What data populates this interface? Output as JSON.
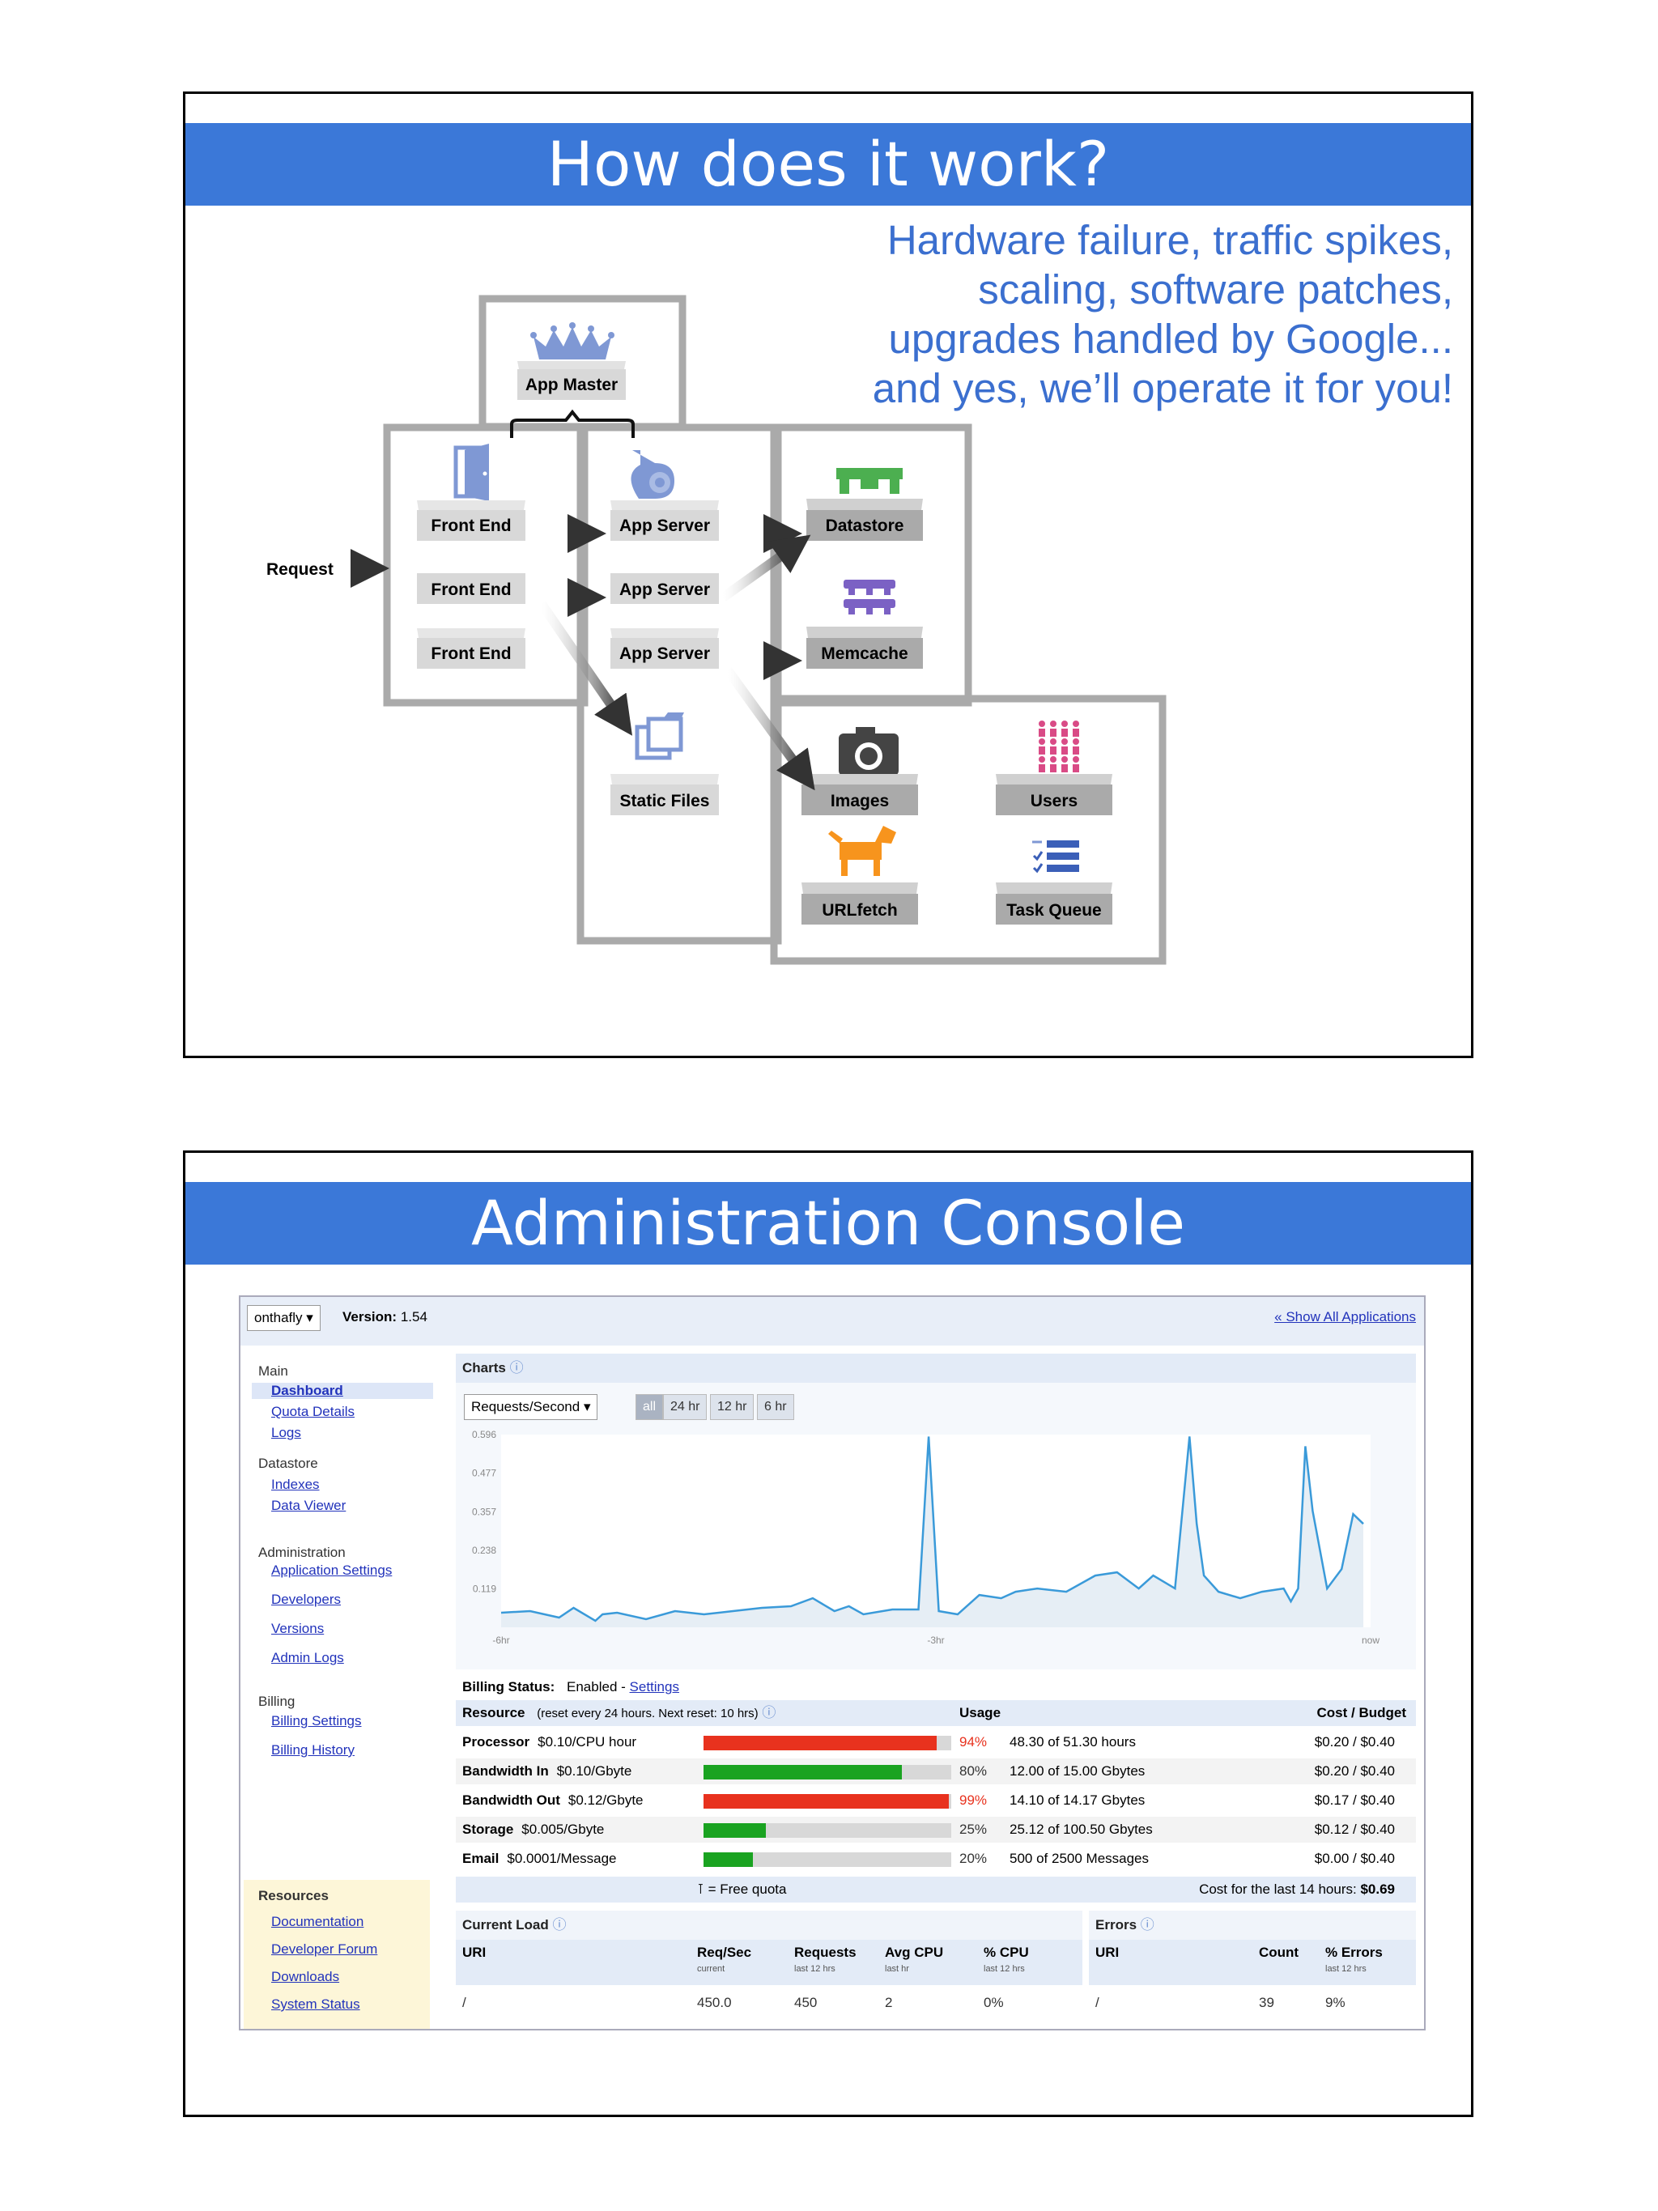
{
  "slide1": {
    "title": "How does it work?",
    "subtitle_lines": [
      "Hardware failure, traffic spikes,",
      "scaling, software patches,",
      "upgrades handled by Google...",
      "and yes, we’ll operate it for you!"
    ],
    "diagram": {
      "app_master": "App Master",
      "request": "Request",
      "front_ends": [
        "Front End",
        "Front End",
        "Front End"
      ],
      "app_servers": [
        "App Server",
        "App Server",
        "App Server"
      ],
      "datastore": "Datastore",
      "memcache": "Memcache",
      "static_files": "Static Files",
      "services": [
        "Images",
        "Users",
        "URLfetch",
        "Task Queue"
      ]
    }
  },
  "slide2": {
    "title": "Administration Console",
    "console": {
      "app_selector": "onthafly",
      "version_label": "Version:",
      "version_value": "1.54",
      "show_all": "« Show All Applications",
      "nav": {
        "main": "Main",
        "main_links": [
          "Dashboard",
          "Quota Details",
          "Logs"
        ],
        "datastore": "Datastore",
        "datastore_links": [
          "Indexes",
          "Data Viewer"
        ],
        "administration": "Administration",
        "administration_links": [
          "Application Settings",
          "Developers",
          "Versions",
          "Admin Logs"
        ],
        "billing": "Billing",
        "billing_links": [
          "Billing Settings",
          "Billing History"
        ],
        "resources": "Resources",
        "resources_links": [
          "Documentation",
          "Developer Forum",
          "Downloads",
          "System Status"
        ]
      },
      "charts": {
        "heading": "Charts",
        "metric": "Requests/Second",
        "ranges": [
          "all",
          "24 hr",
          "12 hr",
          "6 hr"
        ],
        "selected_range": "all"
      },
      "billing": {
        "status_label": "Billing Status:",
        "status_value": "Enabled -",
        "settings_link": "Settings",
        "resource_header": "Resource",
        "resource_header_note": "(reset every 24 hours. Next reset: 10 hrs)",
        "usage_header": "Usage",
        "cost_header": "Cost / Budget",
        "rows": [
          {
            "name": "Processor",
            "rate": "$0.10/CPU hour",
            "pct": "94%",
            "usage": "48.30 of 51.30 hours",
            "cost": "$0.20 / $0.40",
            "fill": 0.94,
            "color": "#e8321e",
            "pct_color": "#e8321e"
          },
          {
            "name": "Bandwidth In",
            "rate": "$0.10/Gbyte",
            "pct": "80%",
            "usage": "12.00 of 15.00 Gbytes",
            "cost": "$0.20 / $0.40",
            "fill": 0.8,
            "color": "#1aa321",
            "pct_color": "#333333"
          },
          {
            "name": "Bandwidth Out",
            "rate": "$0.12/Gbyte",
            "pct": "99%",
            "usage": "14.10 of 14.17 Gbytes",
            "cost": "$0.17 / $0.40",
            "fill": 0.99,
            "color": "#e8321e",
            "pct_color": "#e8321e"
          },
          {
            "name": "Storage",
            "rate": "$0.005/Gbyte",
            "pct": "25%",
            "usage": "25.12 of 100.50 Gbytes",
            "cost": "$0.12 / $0.40",
            "fill": 0.25,
            "color": "#1aa321",
            "pct_color": "#333333"
          },
          {
            "name": "Email",
            "rate": "$0.0001/Message",
            "pct": "20%",
            "usage": "500 of 2500 Messages",
            "cost": "$0.00 / $0.40",
            "fill": 0.2,
            "color": "#1aa321",
            "pct_color": "#333333"
          }
        ],
        "free_quota": "= Free quota",
        "cost_14_label": "Cost for the last 14 hours:",
        "cost_14_value": "$0.69"
      },
      "current_load": {
        "heading": "Current Load",
        "columns": [
          {
            "label": "URI",
            "sub": ""
          },
          {
            "label": "Req/Sec",
            "sub": "current"
          },
          {
            "label": "Requests",
            "sub": "last 12 hrs"
          },
          {
            "label": "Avg CPU",
            "sub": "last hr"
          },
          {
            "label": "% CPU",
            "sub": "last 12 hrs"
          }
        ],
        "row": [
          "/",
          "450.0",
          "450",
          "2",
          "0%"
        ]
      },
      "errors": {
        "heading": "Errors",
        "columns": [
          {
            "label": "URI",
            "sub": ""
          },
          {
            "label": "Count",
            "sub": ""
          },
          {
            "label": "% Errors",
            "sub": "last 12 hrs"
          }
        ],
        "row": [
          "/",
          "39",
          "9%"
        ]
      }
    }
  },
  "chart_data": {
    "type": "line",
    "title": "",
    "xlabel": "",
    "ylabel": "",
    "x_ticks": [
      "-6hr",
      "-3hr",
      "now"
    ],
    "y_ticks": [
      "0.596",
      "0.477",
      "0.357",
      "0.238",
      "0.119"
    ],
    "ylim": [
      0,
      0.596
    ],
    "xlim": [
      -6,
      0
    ],
    "grid": false,
    "line_color": "#3a9ad9",
    "series": [
      {
        "x": [
          -6.0,
          -5.8,
          -5.6,
          -5.5,
          -5.35,
          -5.3,
          -5.2,
          -5.0,
          -4.8,
          -4.6,
          -4.4,
          -4.2,
          -4.0,
          -3.85,
          -3.7,
          -3.6,
          -3.5,
          -3.3,
          -3.12,
          -3.05,
          -2.98,
          -2.85,
          -2.7,
          -2.55,
          -2.45,
          -2.3,
          -2.1,
          -1.9,
          -1.75,
          -1.6,
          -1.5,
          -1.35,
          -1.25,
          -1.2,
          -1.15,
          -1.05,
          -0.9,
          -0.75,
          -0.6,
          -0.55,
          -0.5,
          -0.45,
          -0.4,
          -0.3,
          -0.2,
          -0.12,
          -0.05
        ],
        "y": [
          0.045,
          0.05,
          0.03,
          0.06,
          0.02,
          0.04,
          0.045,
          0.025,
          0.05,
          0.04,
          0.05,
          0.06,
          0.065,
          0.09,
          0.05,
          0.065,
          0.04,
          0.055,
          0.055,
          0.59,
          0.05,
          0.04,
          0.1,
          0.09,
          0.11,
          0.12,
          0.11,
          0.16,
          0.17,
          0.12,
          0.16,
          0.12,
          0.59,
          0.32,
          0.16,
          0.11,
          0.09,
          0.11,
          0.12,
          0.08,
          0.12,
          0.56,
          0.36,
          0.12,
          0.18,
          0.35,
          0.32
        ]
      }
    ]
  }
}
